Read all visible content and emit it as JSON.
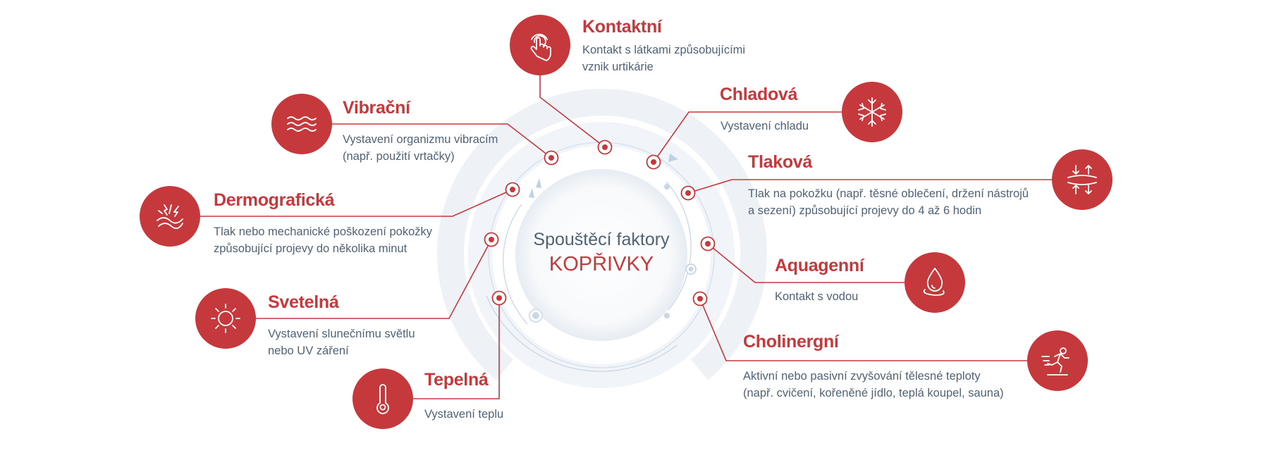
{
  "center": {
    "subtitle": "Spouštěcí faktory",
    "title": "KOPŘIVKY"
  },
  "colors": {
    "accent": "#c5383c",
    "text": "#4f6276",
    "ring": "#e8edf3",
    "ring_line": "#c9d7e6"
  },
  "factors": [
    {
      "id": "kontaktni",
      "title": "Kontaktní",
      "lines": [
        "Kontakt s látkami způsobujícími",
        "vznik urtikárie"
      ],
      "icon": "hand-touch-icon"
    },
    {
      "id": "vibracni",
      "title": "Vibrační",
      "lines": [
        "Vystavení organizmu vibracím",
        "(např. použití vrtačky)"
      ],
      "icon": "waves-icon"
    },
    {
      "id": "dermograficka",
      "title": "Dermografická",
      "lines": [
        "Tlak nebo mechanické poškození pokožky",
        "způsobující projevy do několika minut"
      ],
      "icon": "skin-scratch-icon"
    },
    {
      "id": "svetelna",
      "title": "Svetelná",
      "lines": [
        "Vystavení slunečnímu světlu",
        "nebo UV záření"
      ],
      "icon": "sun-icon"
    },
    {
      "id": "tepelna",
      "title": "Tepelná",
      "lines": [
        "Vystavení teplu"
      ],
      "icon": "thermometer-icon"
    },
    {
      "id": "chladova",
      "title": "Chladová",
      "lines": [
        "Vystavení chladu"
      ],
      "icon": "snowflake-icon"
    },
    {
      "id": "tlakova",
      "title": "Tlaková",
      "lines": [
        "Tlak na pokožku (např. těsné oblečení, držení nástrojů",
        "a sezení) způsobující projevy do 4 až 6 hodin"
      ],
      "icon": "pressure-arrows-icon"
    },
    {
      "id": "aquagenni",
      "title": "Aquagenní",
      "lines": [
        "Kontakt s vodou"
      ],
      "icon": "water-drop-icon"
    },
    {
      "id": "cholinergni",
      "title": "Cholinergní",
      "lines": [
        "Aktivní nebo pasivní zvyšování tělesné teploty",
        "(např. cvičení, kořeněné jídlo, teplá koupel, sauna)"
      ],
      "icon": "running-person-icon"
    }
  ]
}
